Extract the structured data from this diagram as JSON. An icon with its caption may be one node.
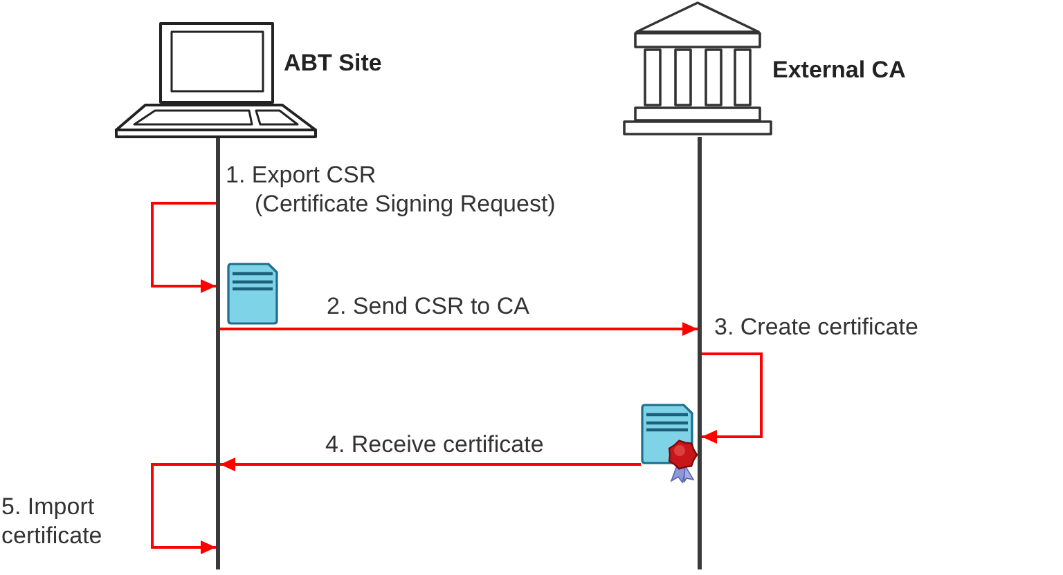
{
  "diagram": {
    "nodes": [
      {
        "text": [
          "ABT Site"
        ]
      },
      {
        "text": [
          "External CA"
        ]
      },
      {
        "text": [],
        "shape": "line"
      },
      {
        "text": [],
        "shape": "line"
      },
      {
        "text": [],
        "shape": "picture"
      }
    ],
    "edges": [
      {
        "from": 2,
        "to": 2,
        "arrow": "to",
        "label": "1. Export CSR (Certificate Signing Request)"
      },
      {
        "from": 2,
        "to": 3,
        "arrow": "to",
        "label": "2. Send CSR to CA"
      },
      {
        "from": 3,
        "to": 3,
        "arrow": "to",
        "label": "3. Create certificate"
      },
      {
        "from": 4,
        "to": 2,
        "arrow": "to",
        "label": "4. Receive certificate"
      },
      {
        "from": 2,
        "to": 2,
        "arrow": "to",
        "label": "5. Import certificate"
      }
    ]
  }
}
